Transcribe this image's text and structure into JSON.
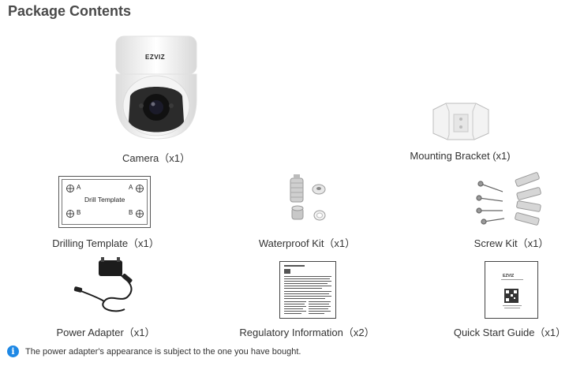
{
  "title": "Package Contents",
  "items": [
    {
      "label": "Camera（x1）"
    },
    {
      "label": "Mounting Bracket (x1)"
    },
    {
      "label": "Drilling Template（x1）",
      "template_text": "Drill Template",
      "corners": [
        "A",
        "A",
        "B",
        "B"
      ]
    },
    {
      "label": "Waterproof Kit（x1）"
    },
    {
      "label": "Screw Kit（x1）"
    },
    {
      "label": "Power Adapter（x1）"
    },
    {
      "label": "Regulatory Information（x2）"
    },
    {
      "label": "Quick Start Guide（x1）"
    }
  ],
  "camera_brand": "EZVIZ",
  "guide_brand": "EZVIZ",
  "note": "The power adapter's appearance is subject to the one you have bought.",
  "note_icon": "info-icon",
  "colors": {
    "accent": "#1e88e5",
    "title": "#4a4a4a"
  }
}
